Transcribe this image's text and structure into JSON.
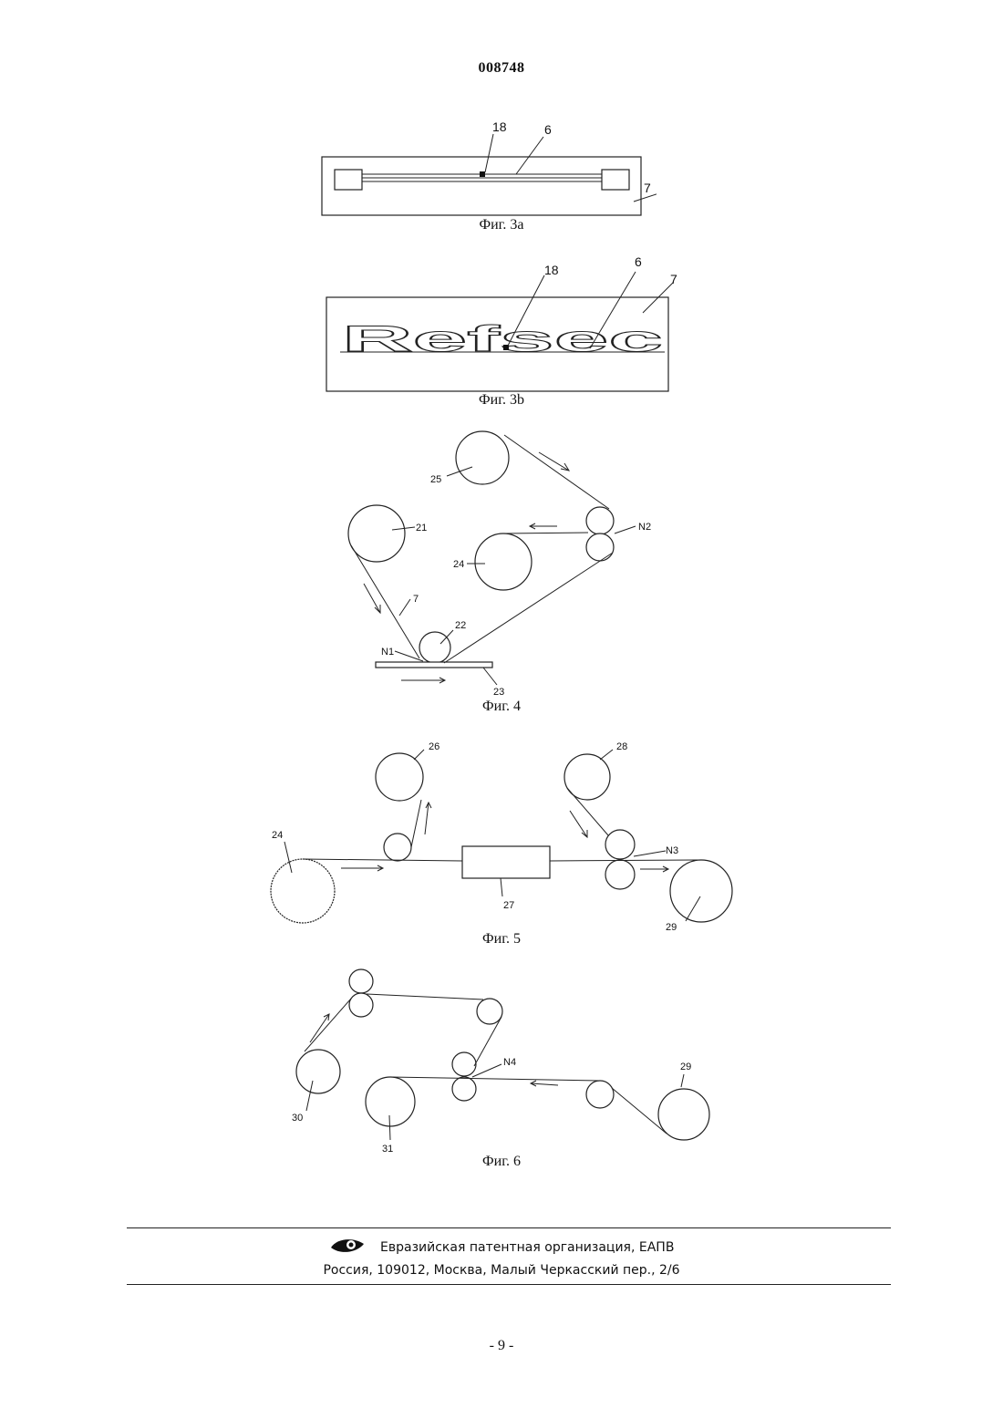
{
  "header": {
    "doc_number": "008748"
  },
  "figures": {
    "fig3a": {
      "caption": "Фиг. 3а",
      "labels": {
        "a": "18",
        "b": "6",
        "c": "7"
      }
    },
    "fig3b": {
      "caption": "Фиг. 3b",
      "labels": {
        "a": "18",
        "b": "6",
        "c": "7"
      },
      "logo_text": "Refsec"
    },
    "fig4": {
      "caption": "Фиг. 4",
      "labels": {
        "l25": "25",
        "l21": "21",
        "l24": "24",
        "lN2": "N2",
        "l7": "7",
        "l22": "22",
        "lN1": "N1",
        "l23": "23"
      }
    },
    "fig5": {
      "caption": "Фиг. 5",
      "labels": {
        "l26": "26",
        "l28": "28",
        "l24": "24",
        "lN3": "N3",
        "l27": "27",
        "l29": "29"
      }
    },
    "fig6": {
      "caption": "Фиг. 6",
      "labels": {
        "lN4": "N4",
        "l29": "29",
        "l30": "30",
        "l31": "31"
      }
    }
  },
  "footer": {
    "org": "Евразийская патентная организация, ЕАПВ",
    "address": "Россия, 109012, Москва, Малый Черкасский пер., 2/6",
    "logo_icon": "eapo-logo-icon"
  },
  "page": {
    "number": "- 9 -"
  }
}
